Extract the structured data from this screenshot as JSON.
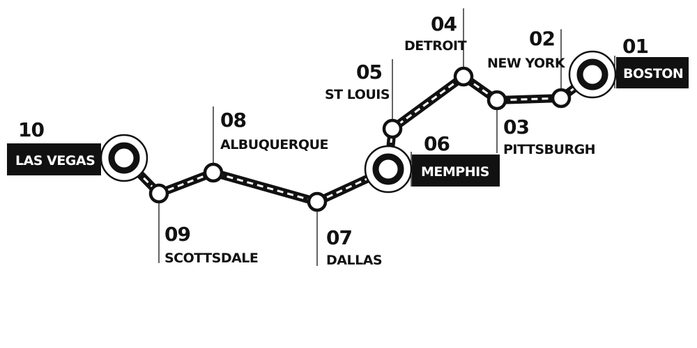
{
  "colors": {
    "ink": "#111111",
    "paper": "#ffffff"
  },
  "stops": [
    {
      "number": "01",
      "city": "BOSTON",
      "major": true
    },
    {
      "number": "02",
      "city": "NEW YORK",
      "major": false
    },
    {
      "number": "03",
      "city": "PITTSBURGH",
      "major": false
    },
    {
      "number": "04",
      "city": "DETROIT",
      "major": false
    },
    {
      "number": "05",
      "city": "ST LOUIS",
      "major": false
    },
    {
      "number": "06",
      "city": "MEMPHIS",
      "major": true
    },
    {
      "number": "07",
      "city": "DALLAS",
      "major": false
    },
    {
      "number": "08",
      "city": "ALBUQUERQUE",
      "major": false
    },
    {
      "number": "09",
      "city": "SCOTTSDALE",
      "major": false
    },
    {
      "number": "10",
      "city": "LAS VEGAS",
      "major": true
    }
  ]
}
